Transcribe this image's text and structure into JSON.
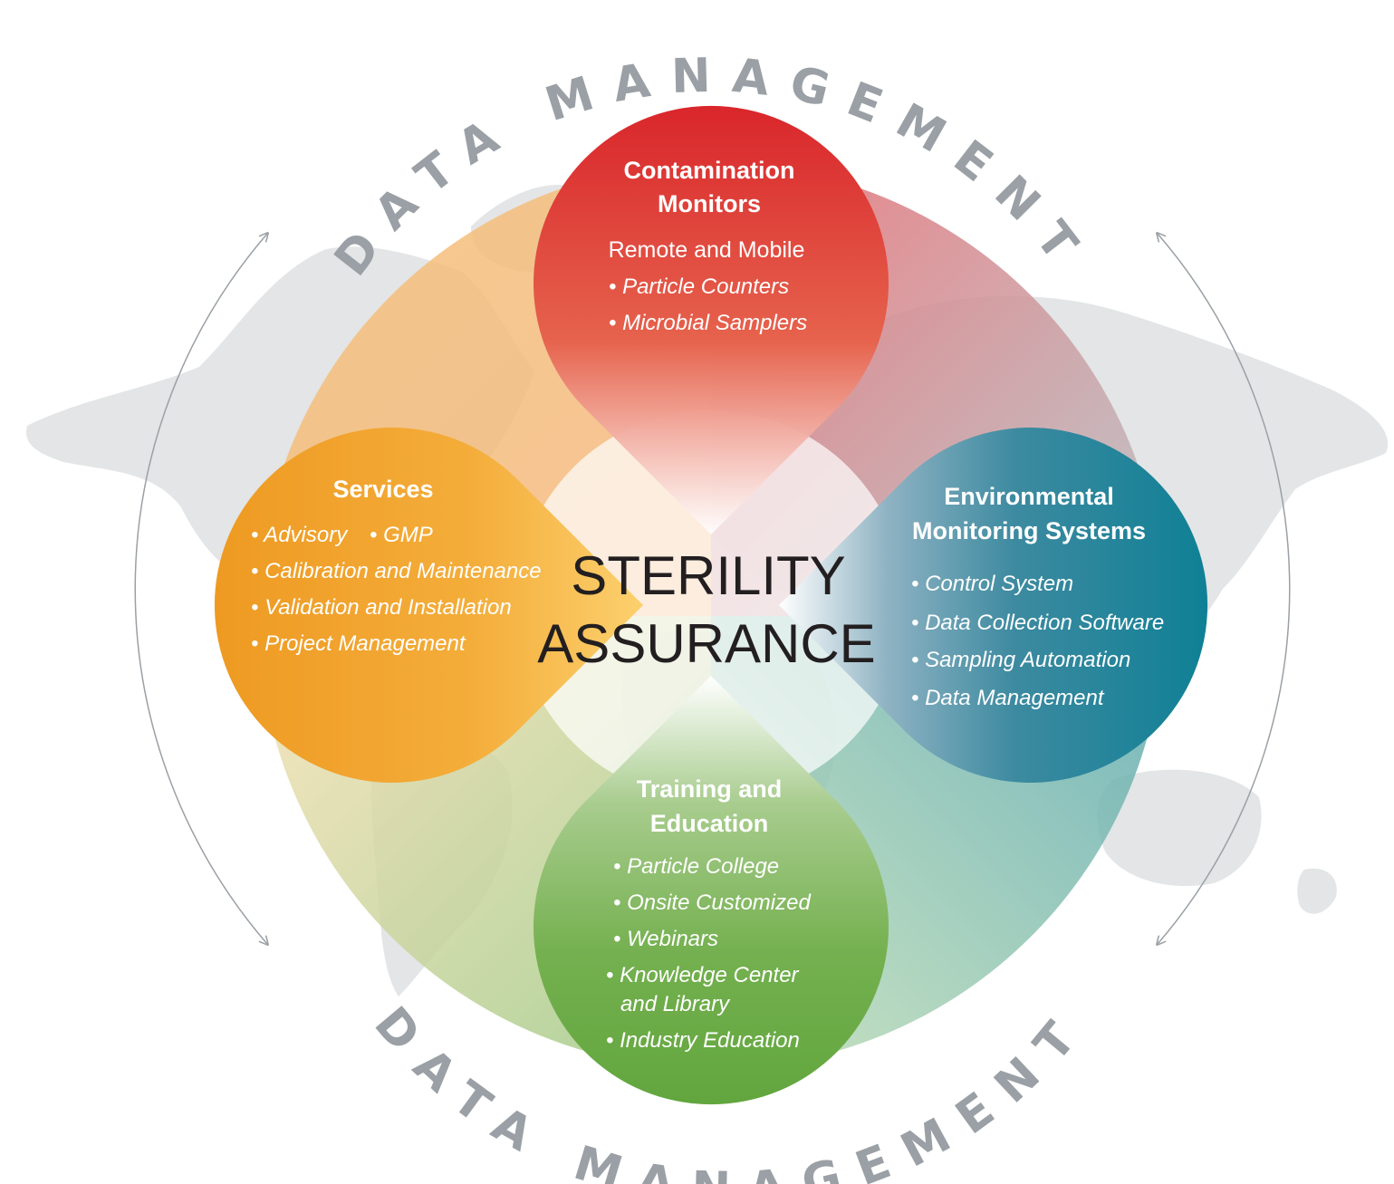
{
  "center": {
    "line1": "STERILITY",
    "line2": "ASSURANCE"
  },
  "ring_text": {
    "top": "DATA MANAGEMENT",
    "bottom": "DATA MANAGEMENT"
  },
  "colors": {
    "red": "#d9262b",
    "orange": "#f0a029",
    "teal": "#17879a",
    "green": "#62a63e",
    "map": "#e3e5e6",
    "ring_text": "#9aa0a5",
    "arrows": "#9aa0a5",
    "center_text": "#231f20"
  },
  "petals": {
    "top": {
      "title_lines": [
        "Contamination",
        "Monitors"
      ],
      "subtitle": "Remote and Mobile",
      "items": [
        "• Particle Counters",
        "• Microbial Samplers"
      ]
    },
    "left": {
      "title_lines": [
        "Services"
      ],
      "items": [
        "• Advisory",
        "• GMP",
        "• Calibration and Maintenance",
        "• Validation and Installation",
        "• Project Management"
      ]
    },
    "right": {
      "title_lines": [
        "Environmental",
        "Monitoring Systems"
      ],
      "items": [
        "• Control System",
        "• Data Collection Software",
        "• Sampling Automation",
        "• Data Management"
      ]
    },
    "bottom": {
      "title_lines": [
        "Training and",
        "Education"
      ],
      "items": [
        "• Particle College",
        "• Onsite Customized",
        "• Webinars",
        "• Knowledge Center",
        "and Library",
        "• Industry Education"
      ]
    }
  }
}
